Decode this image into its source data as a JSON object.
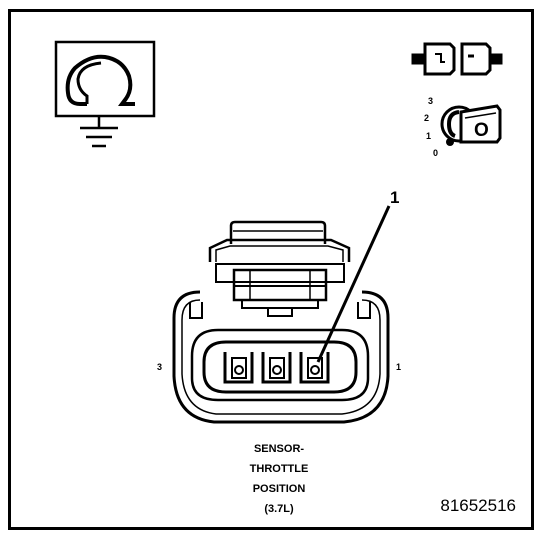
{
  "diagram": {
    "caption_lines": [
      "SENSOR-",
      "THROTTLE",
      "POSITION",
      "(3.7L)"
    ],
    "part_number": "81652516",
    "callout": "1",
    "pin_labels": {
      "left": "3",
      "right": "1"
    },
    "key_positions": [
      "3",
      "2",
      "1",
      "0"
    ],
    "key_letter": "O",
    "icons": [
      "ohmmeter-ground-icon",
      "connector-separated-icon",
      "ignition-key-off-icon"
    ]
  }
}
